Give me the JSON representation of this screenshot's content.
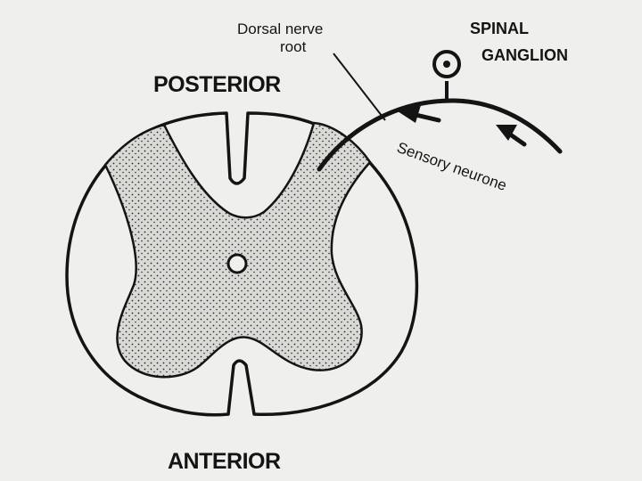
{
  "labels": {
    "posterior": "POSTERIOR",
    "anterior": "ANTERIOR",
    "dorsal_root_line1": "Dorsal nerve",
    "dorsal_root_line2": "root",
    "ganglion_line1": "SPINAL",
    "ganglion_line2": "GANGLION",
    "sensory": "Sensory neurone"
  },
  "colors": {
    "ink": "#141414",
    "background": "#efefed",
    "grey_matter": "#d9d9d5"
  }
}
